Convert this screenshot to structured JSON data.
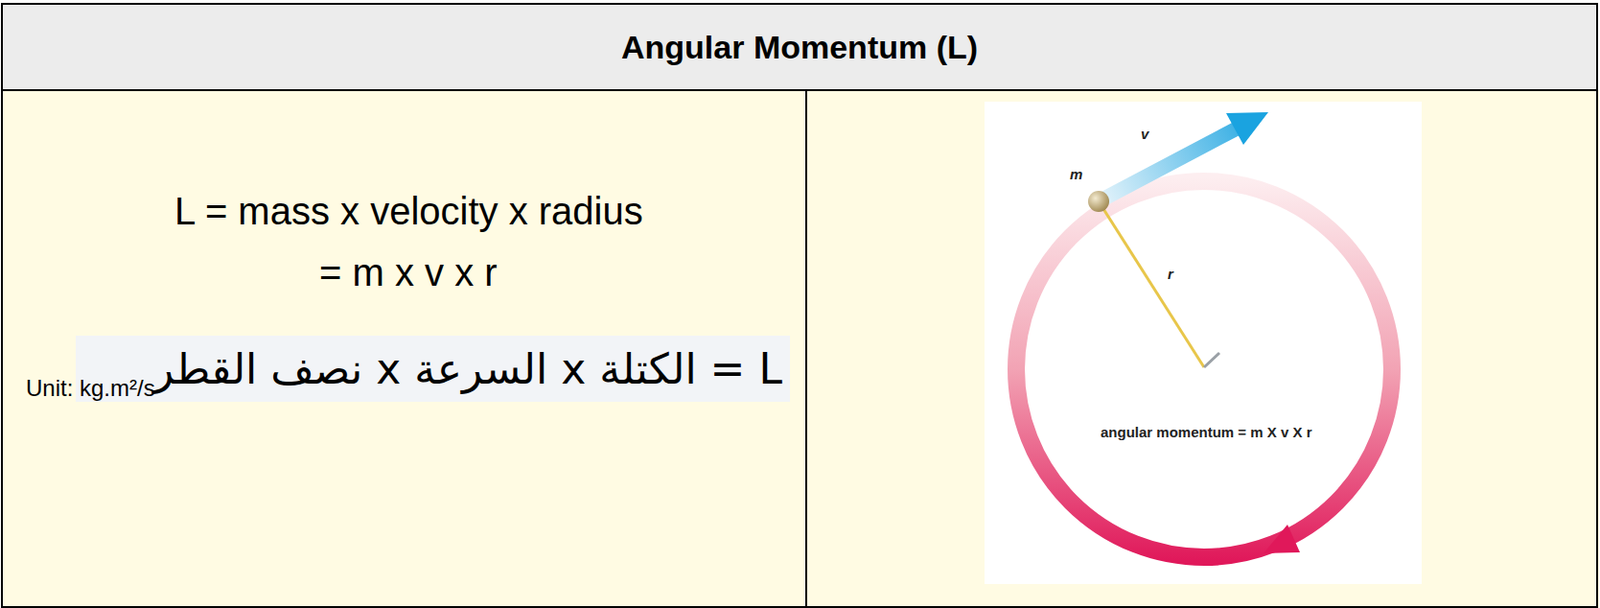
{
  "diagram": {
    "title": "Angular Momentum (L)",
    "nodes": [
      {
        "text": [
          "L = mass x velocity x radius",
          "= m x v x r",
          "Unit: kg.m²/s"
        ]
      },
      {
        "text": [
          "L = الكتلة x السرعة x نصف القطر"
        ],
        "in": 0
      }
    ],
    "labels": [
      "m",
      "v",
      "r",
      "angular momentum = m X v X r"
    ]
  }
}
